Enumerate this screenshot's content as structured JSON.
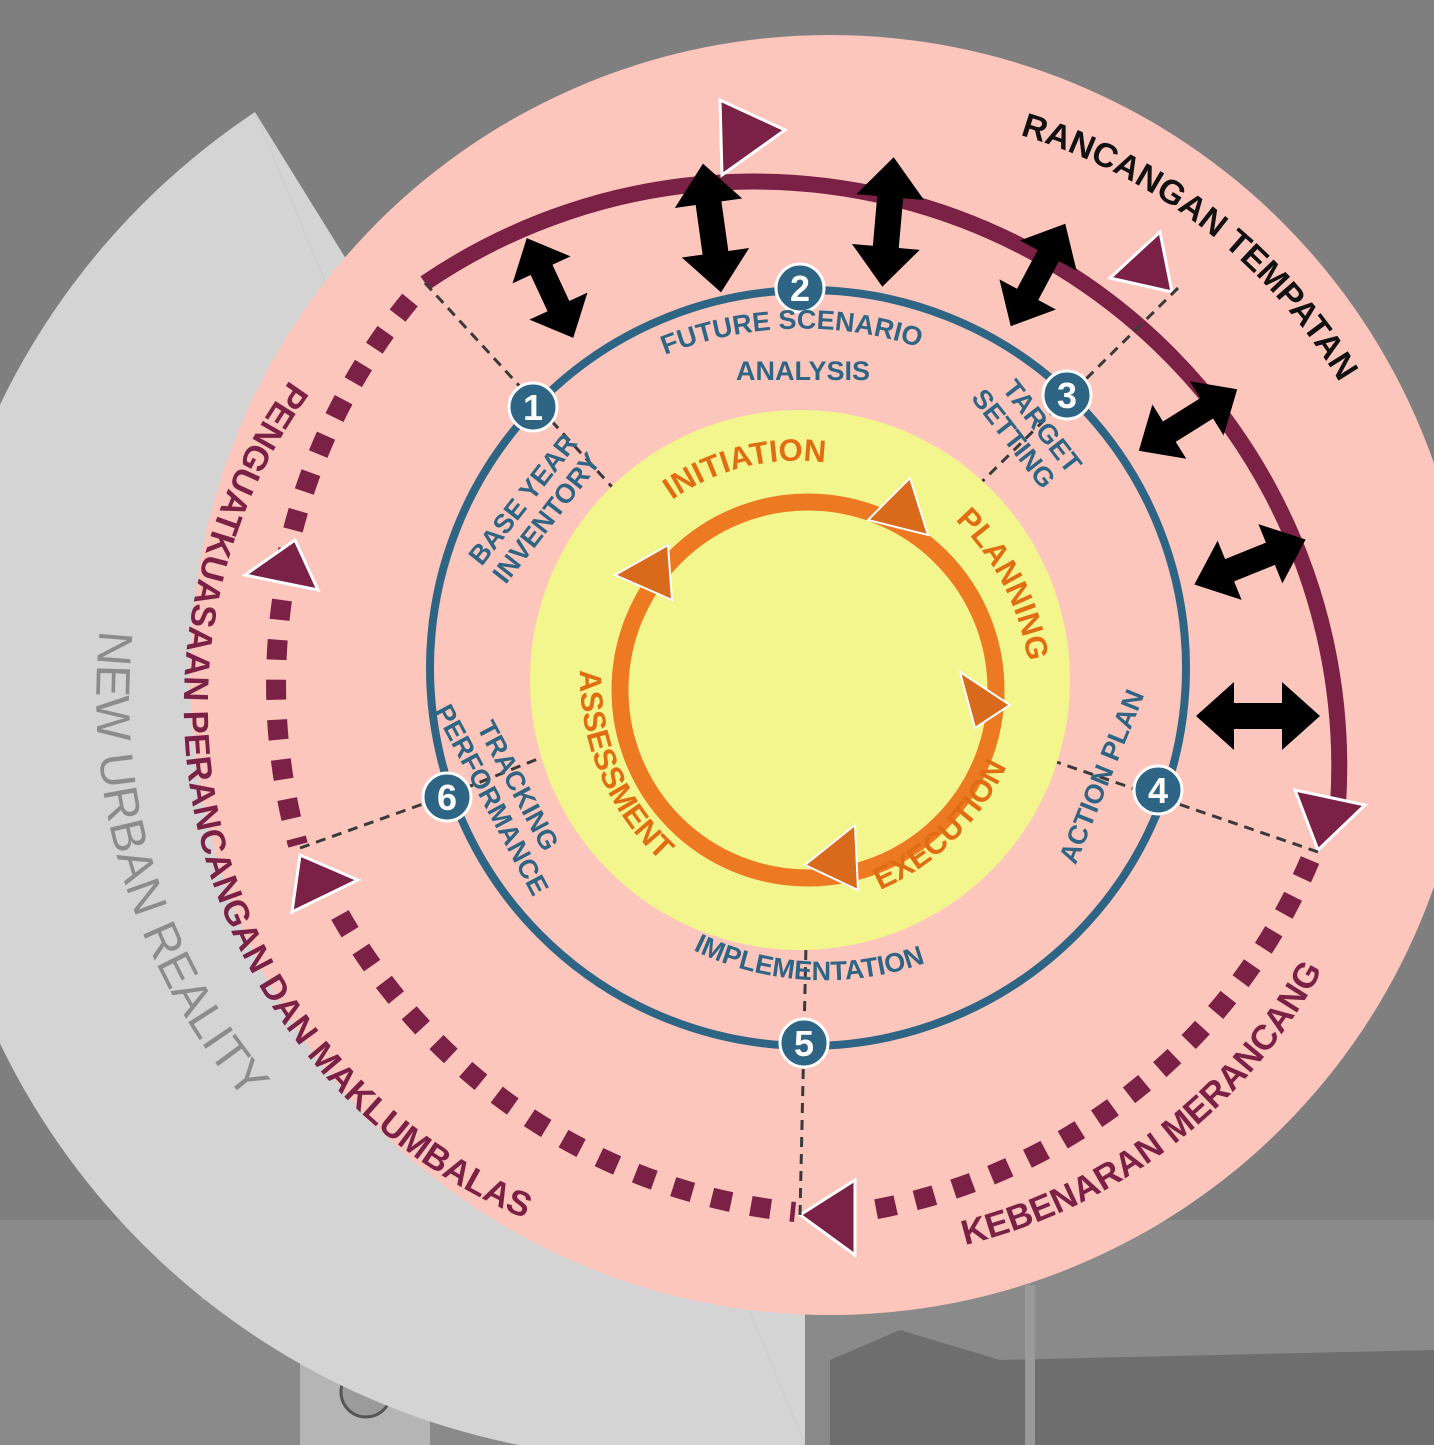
{
  "outer_labels": {
    "top_right": "RANCANGAN TEMPATAN",
    "left": "PENGUATKUASAAN PERANCANGAN DAN MAKLUMBALAS",
    "bottom_right": "KEBENARAN MERANCANG",
    "backdrop": "NEW URBAN REALITY"
  },
  "steps": [
    {
      "number": "1",
      "label_lines": [
        "BASE YEAR",
        "INVENTORY"
      ]
    },
    {
      "number": "2",
      "label_lines": [
        "FUTURE SCENARIO",
        "ANALYSIS"
      ]
    },
    {
      "number": "3",
      "label_lines": [
        "TARGET",
        "SETTING"
      ]
    },
    {
      "number": "4",
      "label_lines": [
        "ACTION PLAN"
      ]
    },
    {
      "number": "5",
      "label_lines": [
        "IMPLEMENTATION"
      ]
    },
    {
      "number": "6",
      "label_lines": [
        "TRACKING",
        "PERFORMANCE"
      ]
    }
  ],
  "core_cycle": [
    "INITIATION",
    "PLANNING",
    "EXECUTION",
    "ASSESSMENT"
  ],
  "colors": {
    "background": "#7f7f7f",
    "backdrop_band": "#d4d4d4",
    "outer_disc": "#fdc6bd",
    "maroon": "#7b2146",
    "teal": "#2f6584",
    "core": "#f3f68c",
    "orange": "#ed7a22"
  }
}
